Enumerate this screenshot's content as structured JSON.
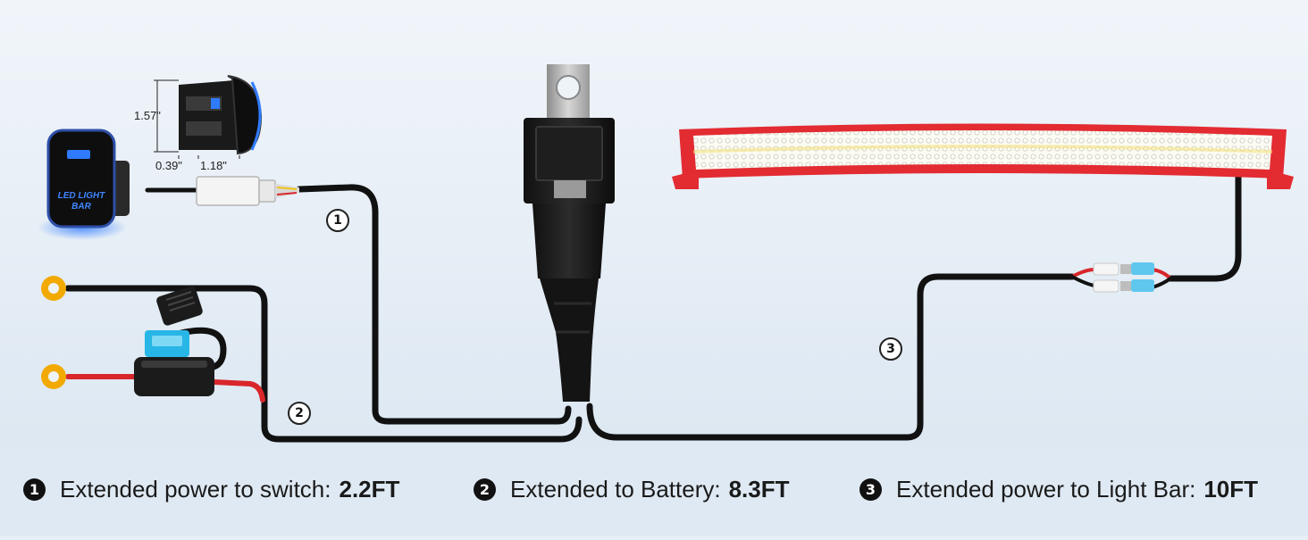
{
  "diagram": {
    "switch": {
      "label_line1": "LED LIGHT",
      "label_line2": "BAR",
      "dimensions": {
        "height": "1.57\"",
        "depth": "0.39\"",
        "width": "1.18\""
      }
    },
    "callouts": [
      "1",
      "2",
      "3"
    ]
  },
  "legend": [
    {
      "number": "1",
      "text": "Extended power to switch:",
      "value": "2.2FT"
    },
    {
      "number": "2",
      "text": "Extended to Battery:",
      "value": "8.3FT"
    },
    {
      "number": "3",
      "text": "Extended power to Light Bar:",
      "value": "10FT"
    }
  ],
  "colors": {
    "background": "#e6eef6",
    "wire": "#111111",
    "positive_wire": "#d8262b",
    "fuse": "#28b6e6",
    "light_bar_frame": "#e32b32",
    "ring_terminal": "#f2a900",
    "switch_glow": "#1f6bff"
  }
}
